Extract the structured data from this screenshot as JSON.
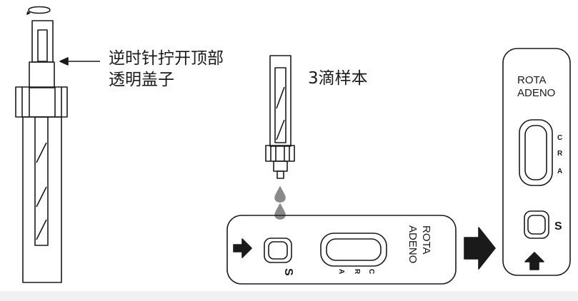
{
  "steps": {
    "step1_line1": "逆时针拧开顶部",
    "step1_line2": "透明盖子",
    "step2": "3滴样本"
  },
  "cassette_horizontal": {
    "brand": "ROTA",
    "brand2": "ADENO",
    "window_c": "C",
    "window_r": "R",
    "window_a": "A",
    "sample_label": "S"
  },
  "cassette_vertical": {
    "brand": "ROTA",
    "brand2": "ADENO",
    "window_c": "C",
    "window_r": "R",
    "window_a": "A",
    "sample_label": "S"
  },
  "colors": {
    "stroke": "#1a1a1a",
    "drop": "#8a8a8a",
    "background": "#ffffff",
    "footer": "#f1f1f1"
  }
}
